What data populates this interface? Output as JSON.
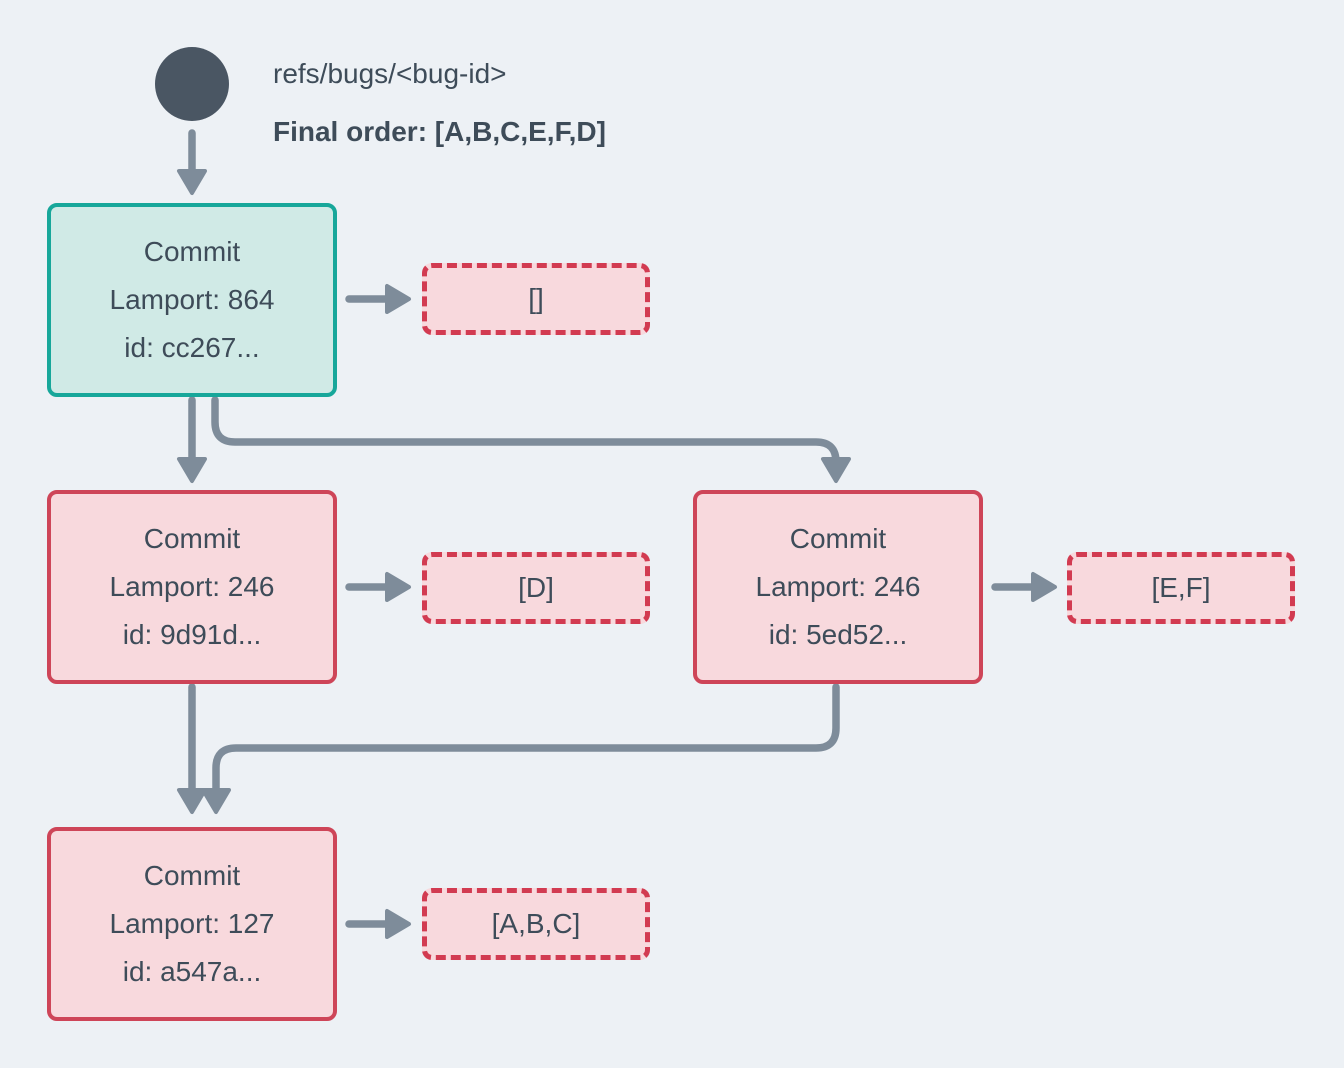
{
  "header": {
    "ref_label": "refs/bugs/<bug-id>",
    "final_order_label": "Final order: [A,B,C,E,F,D]"
  },
  "commits": [
    {
      "title": "Commit",
      "lamport": "Lamport: 864",
      "id": "id: cc267...",
      "payload": "[]"
    },
    {
      "title": "Commit",
      "lamport": "Lamport: 246",
      "id": "id: 9d91d...",
      "payload": "[D]"
    },
    {
      "title": "Commit",
      "lamport": "Lamport: 246",
      "id": "id: 5ed52...",
      "payload": "[E,F]"
    },
    {
      "title": "Commit",
      "lamport": "Lamport: 127",
      "id": "id: a547a...",
      "payload": "[A,B,C]"
    }
  ],
  "icons": {
    "ref_circle": "branch-ref-dot",
    "arrows": "flow-arrow"
  },
  "colors": {
    "background": "#edf1f5",
    "ink": "#3e4c59",
    "ref_circle": "#4a5663",
    "arrow": "#7e8c9a",
    "head_commit_border": "#17a79a",
    "head_commit_fill": "#d0eae6",
    "commit_border": "#ce4558",
    "payload_dashed_border": "#d23b51",
    "commit_fill": "#f8d9dd"
  }
}
